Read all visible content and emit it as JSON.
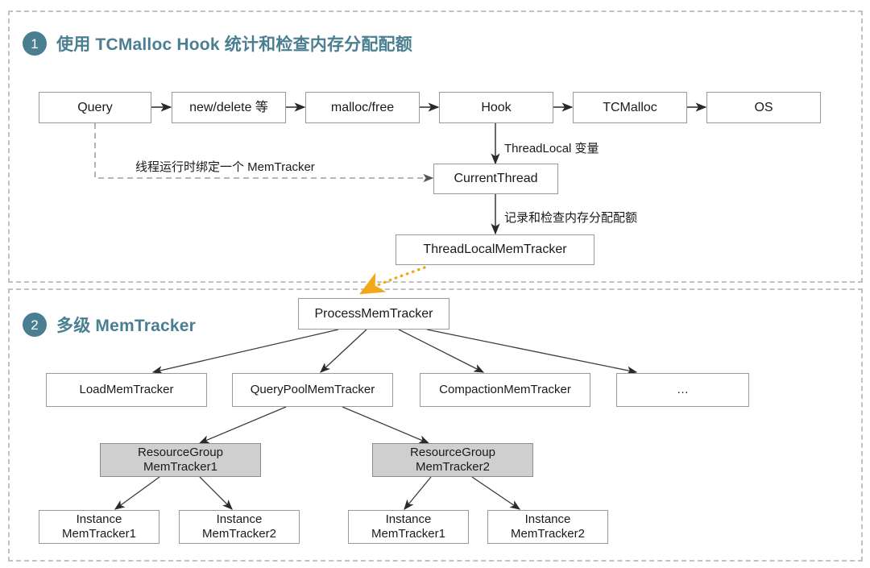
{
  "diagram": {
    "colors": {
      "accent": "#4a7f91",
      "panel_border": "#c2c2c2",
      "node_border": "#9a9a9a",
      "node_fill": "#ffffff",
      "node_fill_highlight": "#cfcfcf",
      "dotted_arrow": "#f2a71b",
      "text": "#1a1a1a"
    },
    "sections": [
      {
        "number": "1",
        "title": "使用 TCMalloc Hook 统计和检查内存分配配额"
      },
      {
        "number": "2",
        "title": "多级 MemTracker"
      }
    ],
    "section1": {
      "flow_nodes": [
        {
          "id": "query",
          "label": "Query"
        },
        {
          "id": "new-delete",
          "label": "new/delete 等"
        },
        {
          "id": "malloc-free",
          "label": "malloc/free"
        },
        {
          "id": "hook",
          "label": "Hook"
        },
        {
          "id": "tcmalloc",
          "label": "TCMalloc"
        },
        {
          "id": "os",
          "label": "OS"
        }
      ],
      "current_thread": "CurrentThread",
      "thread_local_mem_tracker": "ThreadLocalMemTracker",
      "labels": {
        "bind_tracker": "线程运行时绑定一个 MemTracker",
        "thread_local_var": "ThreadLocal 变量",
        "record_check_quota": "记录和检查内存分配配额"
      }
    },
    "section2": {
      "root": "ProcessMemTracker",
      "level2": [
        {
          "id": "load",
          "label": "LoadMemTracker"
        },
        {
          "id": "query-pool",
          "label": "QueryPoolMemTracker"
        },
        {
          "id": "compaction",
          "label": "CompactionMemTracker"
        },
        {
          "id": "more",
          "label": "…"
        }
      ],
      "level3": [
        {
          "id": "rg1",
          "label": "ResourceGroup\nMemTracker1"
        },
        {
          "id": "rg2",
          "label": "ResourceGroup\nMemTracker2"
        }
      ],
      "level4": [
        {
          "id": "inst1",
          "label": "Instance\nMemTracker1"
        },
        {
          "id": "inst2",
          "label": "Instance\nMemTracker2"
        },
        {
          "id": "inst3",
          "label": "Instance\nMemTracker1"
        },
        {
          "id": "inst4",
          "label": "Instance\nMemTracker2"
        }
      ]
    }
  }
}
